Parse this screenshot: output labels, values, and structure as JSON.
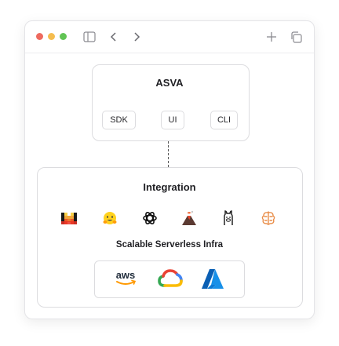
{
  "window": {
    "controls": [
      "close",
      "minimize",
      "maximize"
    ],
    "toolbar_icons": [
      "sidebar-icon",
      "back-icon",
      "forward-icon",
      "new-tab-icon",
      "copy-icon"
    ]
  },
  "asva": {
    "title": "ASVA",
    "items": [
      "SDK",
      "UI",
      "CLI"
    ]
  },
  "integration": {
    "title": "Integration",
    "logos": [
      "mistral-logo",
      "huggingface-logo",
      "openai-logo",
      "replicate-logo",
      "ollama-logo",
      "anthropic-logo"
    ],
    "subtitle": "Scalable Serverless Infra",
    "clouds": {
      "aws_label": "aws",
      "icons": [
        "aws-logo",
        "google-cloud-logo",
        "azure-logo"
      ]
    }
  },
  "colors": {
    "close": "#ee6a5f",
    "minimize": "#f5bd4f",
    "maximize": "#61c454",
    "border": "#dcdcdf",
    "text": "#1f1f23"
  }
}
